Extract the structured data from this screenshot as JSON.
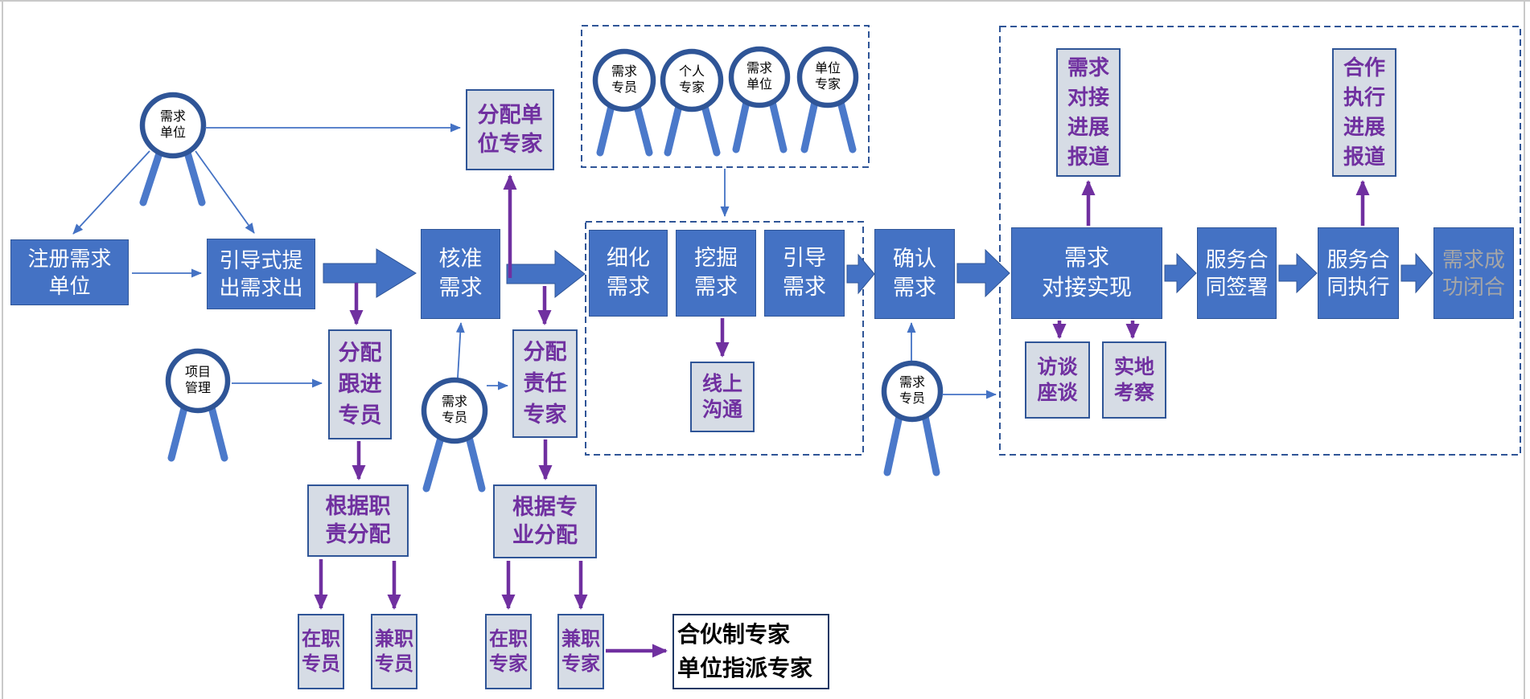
{
  "diagram": {
    "boxes": {
      "register_unit": "注册需求\n单位",
      "guided_proposal": "引导式提\n出需求出",
      "approve_demand": "核准\n需求",
      "refine_demand": "细化\n需求",
      "mine_demand": "挖掘\n需求",
      "guide_demand": "引导\n需求",
      "confirm_demand": "确认\n需求",
      "matching_realize": "需求\n对接实现",
      "contract_sign": "服务合\n同签署",
      "contract_execute": "服务合\n同执行",
      "demand_closed": "需求成\n功闭合",
      "assign_unit_expert": "分配单\n位专家",
      "assign_follow_specialist": "分配\n跟进\n专员",
      "assign_responsible_expert": "分配\n责任\n专家",
      "assign_by_duty": "根据职\n责分配",
      "assign_by_major": "根据专\n业分配",
      "onduty_specialist": "在职\n专员",
      "parttime_specialist": "兼职\n专员",
      "onduty_expert": "在职\n专家",
      "parttime_expert": "兼职\n专家",
      "partner_expert": "合伙制专家\n单位指派专家",
      "online_comm": "线上\n沟通",
      "matching_progress_report": "需求\n对接\n进展\n报道",
      "coop_progress_report": "合作\n执行\n进展\n报道",
      "interview": "访谈\n座谈",
      "field_visit": "实地\n考察"
    },
    "actors": {
      "demand_unit": "需求\n单位",
      "project_mgmt": "项目\n管理",
      "demand_specialist_left": "需求\n专员",
      "demand_specialist_right": "需求\n专员",
      "pool": [
        "需求\n专员",
        "个人\n专家",
        "需求\n单位",
        "单位\n专家"
      ]
    },
    "colors": {
      "primary_blue": "#4472C4",
      "dark_blue": "#2F5597",
      "box_gray": "#D6DCE5",
      "purple": "#7030A0",
      "closed_text_gray": "#A6A6A6"
    }
  }
}
